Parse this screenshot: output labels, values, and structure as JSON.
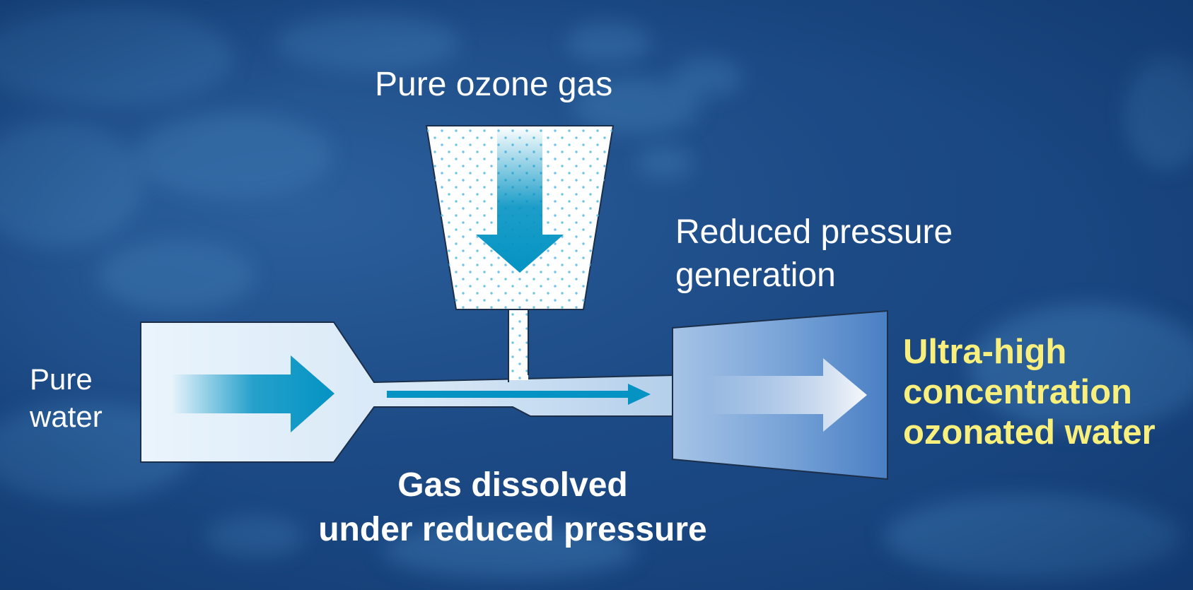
{
  "labels": {
    "ozone_gas": "Pure ozone gas",
    "reduced_pressure": [
      "Reduced pressure",
      "generation"
    ],
    "pure_water": [
      "Pure",
      "water"
    ],
    "dissolved": [
      "Gas dissolved",
      "under reduced pressure"
    ],
    "output": [
      "Ultra-high",
      "concentration",
      "ozonated water"
    ]
  },
  "colors": {
    "background": "#1c4a85",
    "flow_arrow": "#0493c3",
    "output_text": "#f9ef7c",
    "dot_pattern": "#6ec3ea"
  },
  "icons": {
    "ozone_flow": "arrow-down-icon",
    "water_flow": "arrow-right-icon",
    "mixing_flow": "arrow-right-icon",
    "output_flow": "arrow-right-icon"
  }
}
